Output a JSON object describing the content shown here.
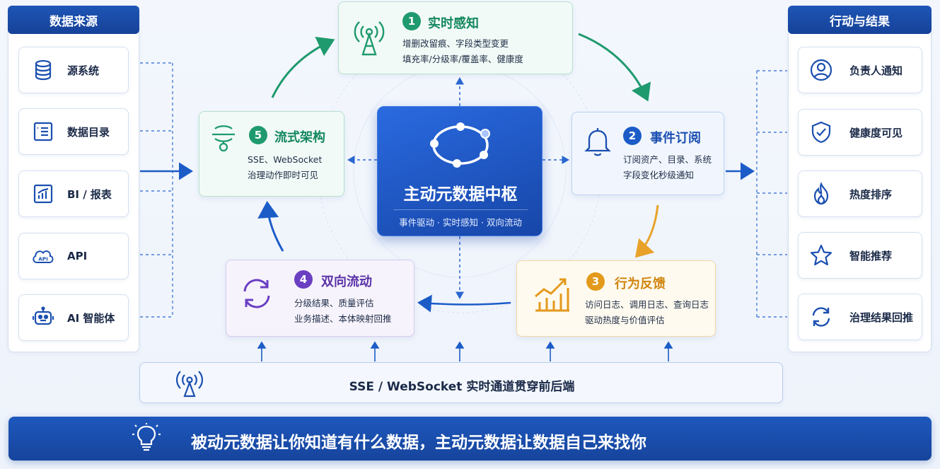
{
  "left_panel": {
    "title": "数据来源",
    "items": [
      {
        "label": "源系统",
        "icon": "database-icon"
      },
      {
        "label": "数据目录",
        "icon": "catalog-icon"
      },
      {
        "label": "BI / 报表",
        "icon": "bar-chart-icon"
      },
      {
        "label": "API",
        "icon": "cloud-api-icon"
      },
      {
        "label": "AI 智能体",
        "icon": "robot-icon"
      }
    ]
  },
  "right_panel": {
    "title": "行动与结果",
    "items": [
      {
        "label": "负责人通知",
        "icon": "user-icon"
      },
      {
        "label": "健康度可见",
        "icon": "shield-check-icon"
      },
      {
        "label": "热度排序",
        "icon": "flame-icon"
      },
      {
        "label": "智能推荐",
        "icon": "star-icon"
      },
      {
        "label": "治理结果回推",
        "icon": "sync-icon"
      }
    ]
  },
  "hub": {
    "title": "主动元数据中枢",
    "subtitle": "事件驱动 · 实时感知 · 双向流动",
    "icon": "network-ring-icon"
  },
  "steps": [
    {
      "num": "1",
      "title": "实时感知",
      "line1": "增删改留痕、字段类型变更",
      "line2": "填充率/分级率/覆盖率、健康度",
      "icon": "antenna-icon",
      "color": "#1f9a6e"
    },
    {
      "num": "2",
      "title": "事件订阅",
      "line1": "订阅资产、目录、系统",
      "line2": "字段变化秒级通知",
      "icon": "bell-icon",
      "color": "#1b5cc7"
    },
    {
      "num": "3",
      "title": "行为反馈",
      "line1": "访问日志、调用日志、查询日志",
      "line2": "驱动热度与价值评估",
      "icon": "trend-chart-icon",
      "color": "#e39a1c"
    },
    {
      "num": "4",
      "title": "双向流动",
      "line1": "分级结果、质量评估",
      "line2": "业务描述、本体映射回推",
      "icon": "cycle-arrows-icon",
      "color": "#6b3fc2"
    },
    {
      "num": "5",
      "title": "流式架构",
      "line1": "SSE、WebSocket",
      "line2": "治理动作即时可见",
      "icon": "stream-icon",
      "color": "#1f9a6e"
    }
  ],
  "channel": {
    "text": "SSE / WebSocket 实时通道贯穿前后端",
    "icon": "broadcast-icon"
  },
  "banner": {
    "text": "被动元数据让你知道有什么数据，主动元数据让数据自己来找你",
    "icon": "lightbulb-icon"
  },
  "colors": {
    "primary": "#1b4fb0",
    "green": "#1f9a6e",
    "orange": "#e39a1c",
    "purple": "#6b3fc2"
  }
}
